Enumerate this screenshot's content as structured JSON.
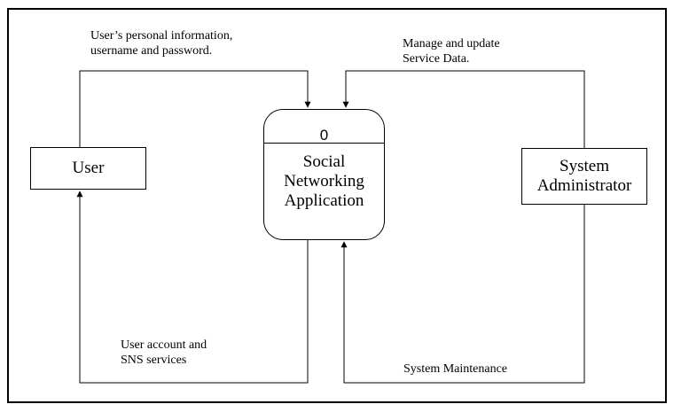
{
  "process": {
    "id": "0",
    "name": "Social\nNetworking\nApplication"
  },
  "entities": {
    "user": "User",
    "admin": "System\nAdministrator"
  },
  "flows": {
    "user_to_app": "User’s personal information,\nusername and password.",
    "app_to_user": "User account and\nSNS services",
    "admin_to_app": "Manage and update\nService Data.",
    "app_to_admin": "System Maintenance"
  }
}
